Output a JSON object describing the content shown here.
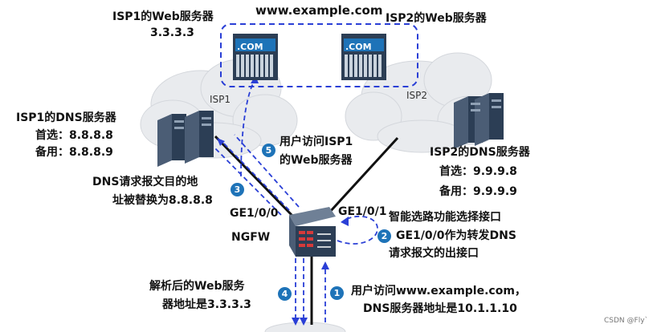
{
  "domain_label": "www.example.com",
  "isp1_web": {
    "title": "ISP1的Web服务器",
    "ip": "3.3.3.3",
    "badge": ".COM"
  },
  "isp2_web": {
    "title": "ISP2的Web服务器",
    "badge": ".COM"
  },
  "isp1_cloud": "ISP1",
  "isp2_cloud": "ISP2",
  "isp1_dns": {
    "title": "ISP1的DNS服务器",
    "primary": "首选：8.8.8.8",
    "backup": "备用：8.8.8.9"
  },
  "isp2_dns": {
    "title": "ISP2的DNS服务器",
    "primary": "首选：9.9.9.8",
    "backup": "备用：9.9.9.9"
  },
  "ngfw": {
    "label": "NGFW",
    "port_left": "GE1/0/0",
    "port_right": "GE1/0/1"
  },
  "steps": [
    {
      "num": "1",
      "line1": "用户访问www.example.com，",
      "line2": "DNS服务器地址是10.1.1.10"
    },
    {
      "num": "2",
      "line1": "智能选路功能选择接口",
      "line2": "GE1/0/0作为转发DNS",
      "line3": "请求报文的出接口"
    },
    {
      "num": "3",
      "line1": "DNS请求报文目的地",
      "line2": "址被替换为8.8.8.8"
    },
    {
      "num": "4",
      "line1": "解析后的Web服务",
      "line2": "器地址是3.3.3.3"
    },
    {
      "num": "5",
      "line1": "用户访问ISP1",
      "line2": "的Web服务器"
    }
  ],
  "watermark": "CSDN @Fly`",
  "colors": {
    "cloud": "#e9ebee",
    "arrow": "#2a3fd6",
    "badge": "#1e73b8",
    "server": "#2c3e55",
    "link": "#111111"
  }
}
